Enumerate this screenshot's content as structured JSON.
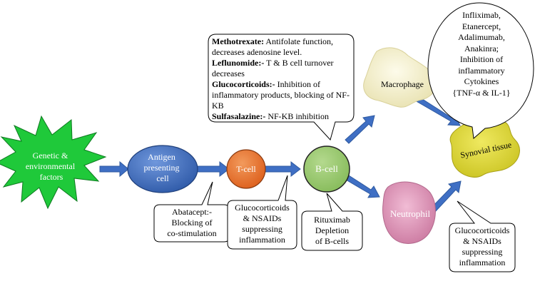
{
  "colors": {
    "starburst": "#1fc93a",
    "arrow": "#3f6fc4",
    "antigen_cell": "#3d6dbe",
    "tcell": "#e8702a",
    "bcell": "#94c66a",
    "neutrophil": "#d68aae",
    "macrophage": "#f3eec4",
    "synovial": "#e0d82e"
  },
  "nodes": {
    "genetic": "Genetic & environmental factors",
    "genetic_lines": [
      "Genetic &",
      "environmental",
      "factors"
    ],
    "antigen_lines": [
      "Antigen",
      "presenting",
      "cell"
    ],
    "tcell": "T-cell",
    "bcell": "B-cell",
    "macrophage": "Macrophage",
    "neutrophil": "Neutrophil",
    "synovial": "Synovial tissue"
  },
  "callouts": {
    "top_drugs": [
      {
        "name": "Methotrexate:",
        "desc": " Antifolate function, decreases adenosine level."
      },
      {
        "name": "Leflunomide:-",
        "desc": " T & B cell turnover decreases"
      },
      {
        "name": "Glucocorticoids:-",
        "desc": " Inhibition of inflammatory products, blocking of NF-KB"
      },
      {
        "name": "Sulfasalazine:-",
        "desc": " NF-KB inhibition"
      }
    ],
    "biologics_lines": [
      "Infliximab,",
      "Etanercept,",
      "Adalimumab,",
      "Anakinra;",
      "Inhibition of",
      "inflammatory",
      "Cytokines",
      "{TNF-α & IL-1}"
    ],
    "abatacept_lines": [
      "Abatacept:-",
      "Blocking of",
      "co-stimulation"
    ],
    "gluco_mid_lines": [
      "Glucocorticoids",
      "& NSAIDs",
      "suppressing",
      "inflammation"
    ],
    "rituximab_lines": [
      "Rituximab",
      "Depletion",
      "of B-cells"
    ],
    "gluco_right_lines": [
      "Glucocorticoids",
      "& NSAIDs",
      "suppressing",
      "inflammation"
    ]
  }
}
